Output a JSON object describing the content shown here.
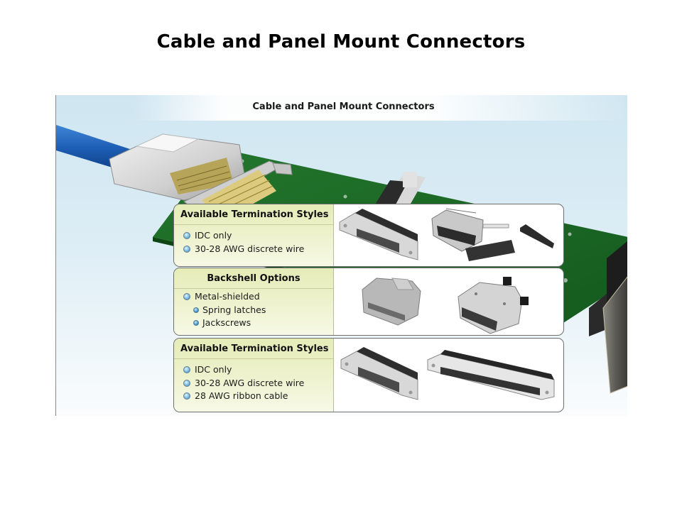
{
  "slide": {
    "title": "Cable and Panel Mount Connectors"
  },
  "stage": {
    "title": "Cable and Panel Mount Connectors"
  },
  "cards": [
    {
      "heading": "Available Termination Styles",
      "items": [
        {
          "label": "IDC only",
          "level": 1
        },
        {
          "label": "30-28 AWG discrete wire",
          "level": 1
        }
      ],
      "images": [
        "d-sub-idc-connector",
        "high-density-pcb-connector",
        "idc-strain-relief-parts"
      ]
    },
    {
      "heading": "Backshell Options",
      "items": [
        {
          "label": "Metal-shielded",
          "level": 1
        },
        {
          "label": "Spring latches",
          "level": 2
        },
        {
          "label": "Jackscrews",
          "level": 2
        }
      ],
      "images": [
        "metal-backshell",
        "backshell-with-jackscrews"
      ]
    },
    {
      "heading": "Available Termination Styles",
      "items": [
        {
          "label": "IDC only",
          "level": 1
        },
        {
          "label": "30-28 AWG discrete wire",
          "level": 1
        },
        {
          "label": "28 AWG ribbon cable",
          "level": 1
        }
      ],
      "images": [
        "d-sub-idc-connector",
        "high-density-idc-connector"
      ]
    }
  ],
  "colors": {
    "pcb_green": "#1e6b28",
    "cable_blue": "#1f5fb8",
    "card_green": "#e8eec0",
    "bullet_blue": "#5aa3d4"
  }
}
